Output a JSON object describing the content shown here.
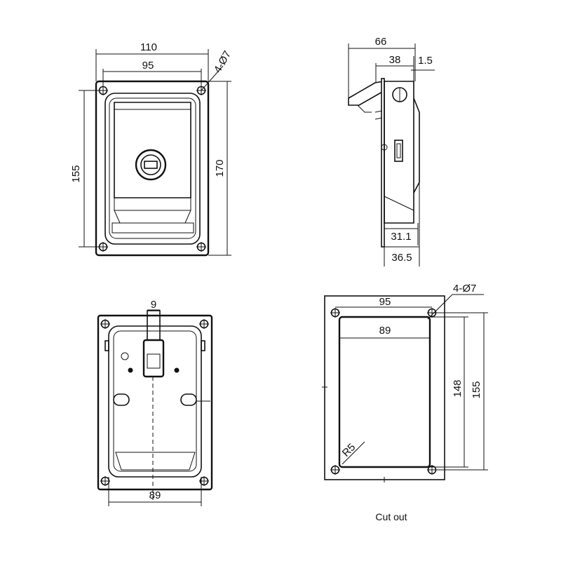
{
  "front_view": {
    "dim_overall_width": "110",
    "dim_hole_spacing": "95",
    "dim_holes": "4-Ø7",
    "dim_hole_height": "155",
    "dim_overall_height": "170"
  },
  "side_view": {
    "dim_depth": "66",
    "dim_handle": "38",
    "dim_plate": "1.5",
    "dim_body": "31.1",
    "dim_total": "36.5"
  },
  "back_view": {
    "dim_tongue": "9",
    "dim_width": "89"
  },
  "cutout_view": {
    "dim_hole_spacing": "95",
    "dim_holes": "4-Ø7",
    "dim_width": "89",
    "dim_height": "148",
    "dim_hole_height": "155",
    "dim_radius": "R5",
    "caption": "Cut out"
  }
}
